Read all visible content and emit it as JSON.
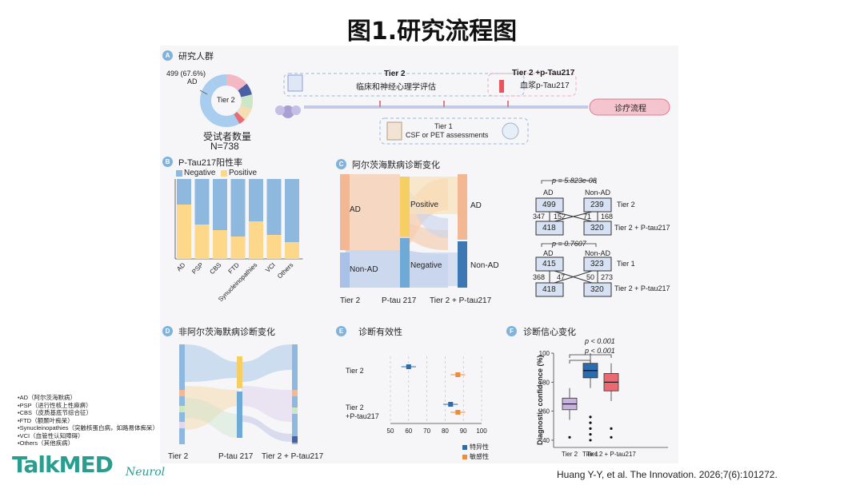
{
  "page_title": "图1.研究流程图",
  "panels": {
    "a": {
      "badge": "A",
      "title": "研究人群",
      "donut_center": "Tier 2",
      "donut_callout": "499 (67.6%)",
      "donut_callout_label": "AD",
      "count_label": "受试者数量",
      "count_value": "N=738",
      "tier2_title": "Tier 2",
      "tier2_sub": "临床和神经心理学评估",
      "tier2p_title": "Tier 2 +p-Tau217",
      "tier2p_sub": "血浆p-Tau217",
      "tier1_title": "Tier 1",
      "tier1_sub": "CSF or PET assessments",
      "pathway_label": "诊疗流程"
    },
    "b": {
      "badge": "B",
      "title": "P-Tau217阳性率",
      "legend_neg": "Negative",
      "legend_pos": "Positive"
    },
    "c": {
      "badge": "C",
      "title": "阿尔茨海默病诊断变化",
      "nodes": {
        "ad": "AD",
        "nonad": "Non-AD",
        "positive": "Positive",
        "negative": "Negative",
        "ad2": "AD",
        "nonad2": "Non-AD"
      },
      "axis": [
        "Tier 2",
        "P-tau 217",
        "Tier 2 + P-tau217"
      ]
    },
    "c_tables": {
      "t1": {
        "p": "p = 5.823e-08",
        "col1": "AD",
        "col2": "Non-AD",
        "top_left": "499",
        "top_right": "239",
        "top_label": "Tier 2",
        "f1": "347",
        "f2": "152",
        "f3": "71",
        "f4": "168",
        "bot_left": "418",
        "bot_right": "320",
        "bot_label": "Tier 2 + P-tau217"
      },
      "t2": {
        "p": "p = 0.7607",
        "col1": "AD",
        "col2": "Non-AD",
        "top_left": "415",
        "top_right": "323",
        "top_label": "Tier 1",
        "f1": "368",
        "f2": "47",
        "f3": "50",
        "f4": "273",
        "bot_left": "418",
        "bot_right": "320",
        "bot_label": "Tier 2 + P-tau217"
      }
    },
    "d": {
      "badge": "D",
      "title": "非阿尔茨海默病诊断变化",
      "axis": [
        "Tier 2",
        "P-tau 217",
        "Tier 2 + P-tau217"
      ]
    },
    "e": {
      "badge": "E",
      "title": "诊断有效性",
      "row1": "Tier 2",
      "row2a": "Tier 2",
      "row2b": "+P-tau217",
      "legend_spec": "特异性",
      "legend_sens": "敏感性"
    },
    "f": {
      "badge": "F",
      "title": "诊断信心变化",
      "p1": "p < 0.001",
      "p2": "p < 0.001",
      "ylabel": "Diagnostic confidence (%)"
    }
  },
  "chart_data": [
    {
      "type": "bar",
      "title": "P-Tau217阳性率",
      "categories": [
        "AD",
        "PSP",
        "CBS",
        "FTD",
        "Synucleinopathies",
        "VCI",
        "Others"
      ],
      "series": [
        {
          "name": "Positive",
          "values": [
            68,
            43,
            36,
            28,
            47,
            30,
            21
          ]
        },
        {
          "name": "Negative",
          "values": [
            32,
            57,
            64,
            72,
            53,
            70,
            79
          ]
        }
      ],
      "ylim": [
        0,
        100
      ],
      "colors": {
        "Negative": "#8fb8de",
        "Positive": "#fdd78a"
      }
    },
    {
      "type": "scatter",
      "title": "诊断有效性",
      "categories": [
        "Tier 2",
        "Tier 2 +P-tau217"
      ],
      "series": [
        {
          "name": "特异性",
          "values": [
            60,
            83
          ]
        },
        {
          "name": "敏感性",
          "values": [
            87,
            87
          ]
        }
      ],
      "xticks": [
        "50",
        "60",
        "70",
        "80",
        "90",
        "100"
      ],
      "xlim": [
        50,
        100
      ]
    },
    {
      "type": "box",
      "title": "诊断信心变化",
      "ylabel": "Diagnostic confidence (%)",
      "categories": [
        "Tier 2",
        "Tier 1",
        "Tier 2 + P-tau217"
      ],
      "series": [
        {
          "name": "Tier 2",
          "median": 65,
          "q1": 61,
          "q3": 69
        },
        {
          "name": "Tier 1",
          "median": 88,
          "q1": 83,
          "q3": 93
        },
        {
          "name": "Tier 2 + P-tau217",
          "median": 80,
          "q1": 74,
          "q3": 86
        }
      ],
      "yticks": [
        "40",
        "60",
        "80",
        "100"
      ],
      "ylim": [
        35,
        100
      ]
    }
  ],
  "abbrev_list": [
    "•AD（阿尔茨海默病）",
    "•PSP（进行性核上性麻痹）",
    "•CBS（皮质基底节综合征）",
    "•FTD（额颞叶痴呆）",
    "•Synucleinopathies（突触核蛋白病，如路易体痴呆）",
    "•VCI（血管性认知障碍）",
    "•Others（其他疾病）"
  ],
  "logo": {
    "main": "TalkMED",
    "sub": "Neurol"
  },
  "citation": "Huang Y-Y, et al. The Innovation. 2026;7(6):101272."
}
